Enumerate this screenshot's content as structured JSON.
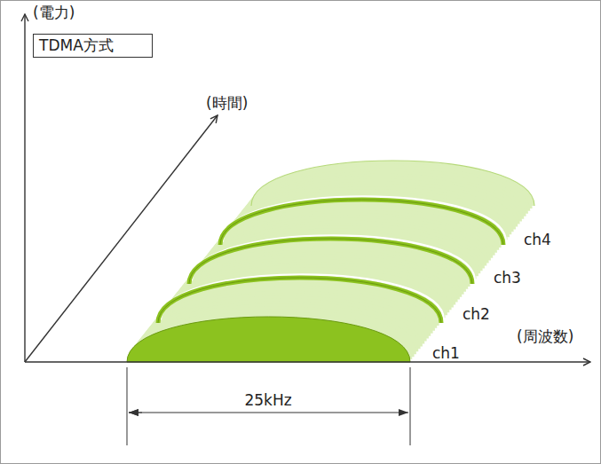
{
  "diagram": {
    "nodes": [
      {
        "text": [
          "TDMA方式"
        ]
      }
    ],
    "labels": [
      "(電力)",
      "(時間)",
      "(周波数)",
      "ch1",
      "ch2",
      "ch3",
      "ch4",
      "25kHz"
    ]
  }
}
